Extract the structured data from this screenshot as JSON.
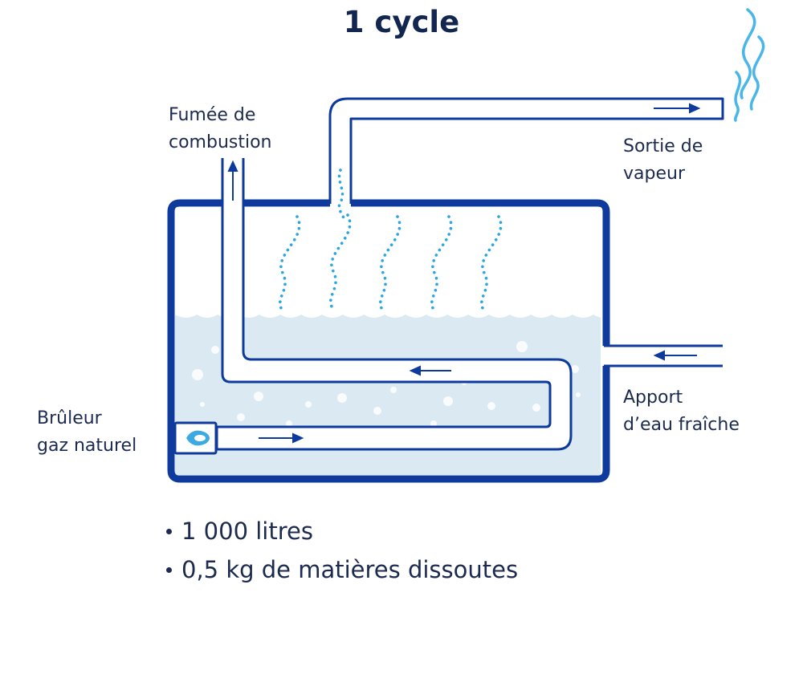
{
  "title": "1 cycle",
  "labels": {
    "smoke_line1": "Fumée de",
    "smoke_line2": "combustion",
    "steam_line1": "Sortie de",
    "steam_line2": "vapeur",
    "water_line1": "Apport",
    "water_line2": "d’eau fraîche",
    "burner_line1": "Brûleur",
    "burner_line2": "gaz naturel"
  },
  "bullets": [
    "1 000 litres",
    "0,5 kg de matières dissoutes"
  ],
  "colors": {
    "navy": "#0d3a9c",
    "dark_text": "#1b2a4e",
    "water": "#dbeaf2",
    "steam_dots": "#2aa6e0",
    "steam_outside": "#49b6ea",
    "flame": "#3da9e2"
  },
  "icons": {
    "steam": "steam-wisp-icon",
    "flame": "flame-icon",
    "arrow": "flow-arrow-icon"
  }
}
